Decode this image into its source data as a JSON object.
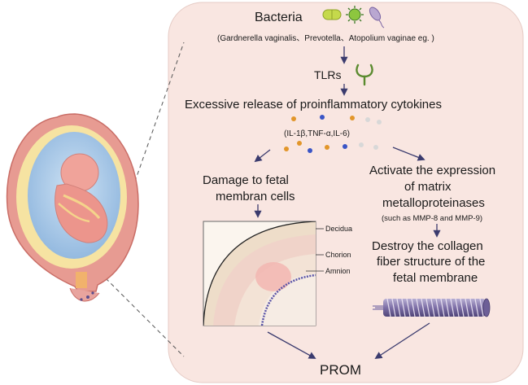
{
  "diagram": {
    "bacteria_title": "Bacteria",
    "bacteria_examples": "(Gardnerella vaginalis、Prevotella、Atopolium vaginae eg. )",
    "tlrs": "TLRs",
    "cytokines_release": "Excessive release of proinflammatory cytokines",
    "cytokine_list": "(IL-1β,TNF-α,IL-6)",
    "left_branch": [
      "Damage to fetal",
      "membran cells"
    ],
    "right_branch": [
      "Activate the expression",
      "of matrix",
      "metalloproteinases"
    ],
    "mmp_examples": "(such as MMP-8 and MMP-9)",
    "collagen_effect": [
      "Destroy the collagen",
      "fiber structure of the",
      "fetal membrane"
    ],
    "layer_labels": [
      "Decidua",
      "Chorion",
      "Amnion"
    ],
    "outcome": "PROM"
  },
  "colors": {
    "panel_fill": "#f9e6e1",
    "arrow": "#3b3b6e",
    "collagen": "#8c7fb0",
    "uterus": "#e79b92"
  }
}
